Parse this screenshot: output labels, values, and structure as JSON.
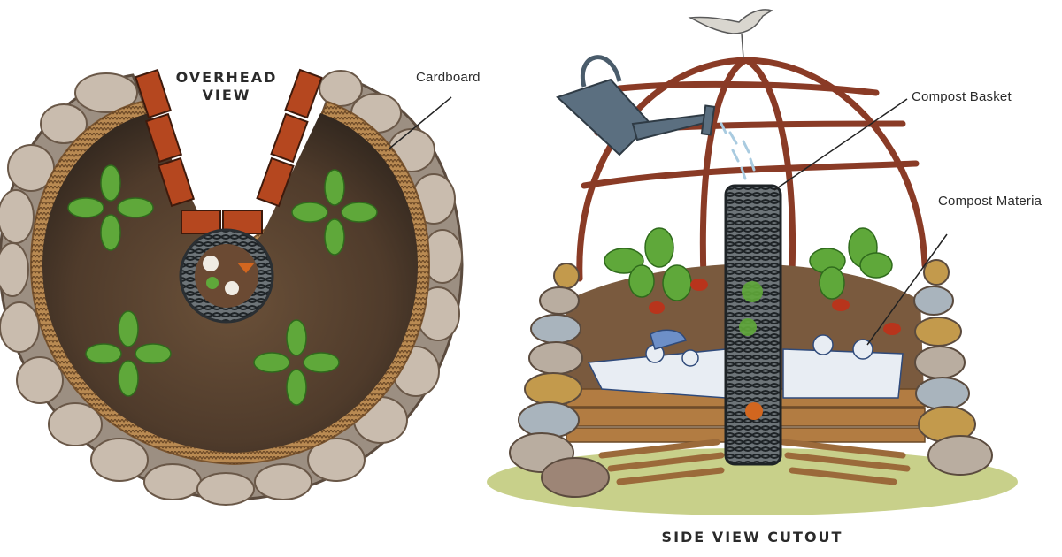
{
  "diagram": {
    "overhead": {
      "title_line1": "OVERHEAD",
      "title_line2": "VIEW",
      "callout": "Cardboard"
    },
    "side": {
      "title": "SIDE VIEW CUTOUT",
      "callouts": {
        "basket": "Compost Basket",
        "material": "Compost Materia"
      }
    },
    "colors": {
      "soil": "#5a4330",
      "soil_dark": "#3d2f24",
      "cardboard": "#b98a52",
      "brick": "#b5471f",
      "stone": "#b9ada0",
      "stone_blue": "#a9b4bd",
      "leaf": "#5fa83a",
      "frame": "#8a3b26",
      "can": "#5b6f80",
      "basket": "#2a2f33",
      "grass": "#c8d08a",
      "label": "#2b2b2b"
    }
  }
}
